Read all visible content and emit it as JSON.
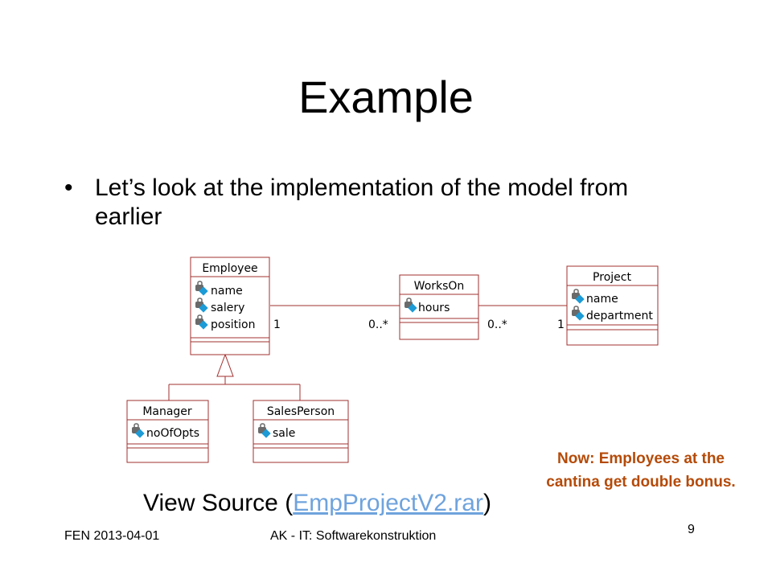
{
  "slide": {
    "title": "Example",
    "bullet_symbol": "•",
    "bullet_text": "Let’s look at the implementation of the model from earlier",
    "view_source_prefix": "View Source (",
    "view_source_link": "EmpProjectV2.rar",
    "view_source_suffix": ")",
    "note": "Now: Employees at the cantina get double bonus.",
    "footer_left": "FEN 2013-04-01",
    "footer_center": "AK - IT: Softwarekonstruktion",
    "page_number": "9"
  },
  "diagram": {
    "classes": {
      "employee": {
        "name": "Employee",
        "attributes": [
          "name",
          "salery",
          "position"
        ]
      },
      "works_on": {
        "name": "WorksOn",
        "attributes": [
          "hours"
        ]
      },
      "project": {
        "name": "Project",
        "attributes": [
          "name",
          "department"
        ]
      },
      "manager": {
        "name": "Manager",
        "attributes": [
          "noOfOpts"
        ]
      },
      "sales_person": {
        "name": "SalesPerson",
        "attributes": [
          "sale"
        ]
      }
    },
    "multiplicities": {
      "employee_end": "1",
      "works_on_left": "0..*",
      "works_on_right": "0..*",
      "project_end": "1"
    },
    "colors": {
      "box_border": "#a0302f",
      "line": "#a0302f",
      "icon_body": "#6a6a6a",
      "icon_accent": "#1c9bd6"
    }
  }
}
